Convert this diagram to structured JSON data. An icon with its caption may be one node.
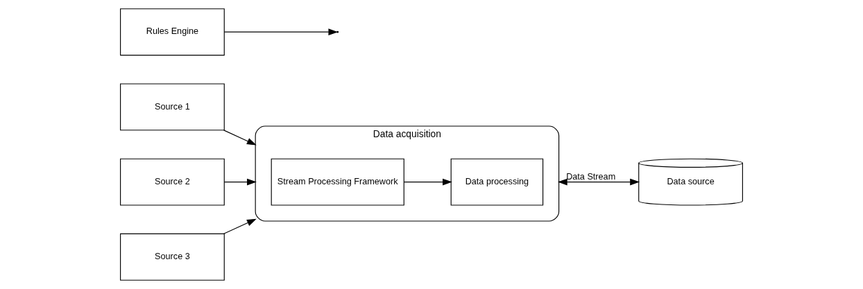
{
  "diagram": {
    "nodes": [
      {
        "text": [
          "Source 1"
        ]
      },
      {
        "text": [
          "Source 2"
        ]
      },
      {
        "text": [
          "Source 3"
        ]
      },
      {
        "text": [
          "Data acquisition"
        ]
      },
      {
        "text": [
          "Stream Processing Framework"
        ],
        "in": 3
      },
      {
        "text": [
          "Data processing"
        ],
        "in": 3
      },
      {
        "text": [
          "Rules Engine"
        ]
      },
      {
        "text": [
          "Data source"
        ]
      }
    ],
    "edges": [
      {
        "from": 0,
        "to": 3,
        "arrow": "to"
      },
      {
        "from": 1,
        "to": 3,
        "arrow": "to"
      },
      {
        "from": 2,
        "to": 3,
        "arrow": "to"
      },
      {
        "from": 4,
        "to": 5,
        "arrow": "to"
      },
      {
        "from": 3,
        "to": 7,
        "arrow": "both",
        "label": "Data Stream"
      },
      {
        "from": 6,
        "to": null,
        "arrow": "to"
      }
    ]
  }
}
